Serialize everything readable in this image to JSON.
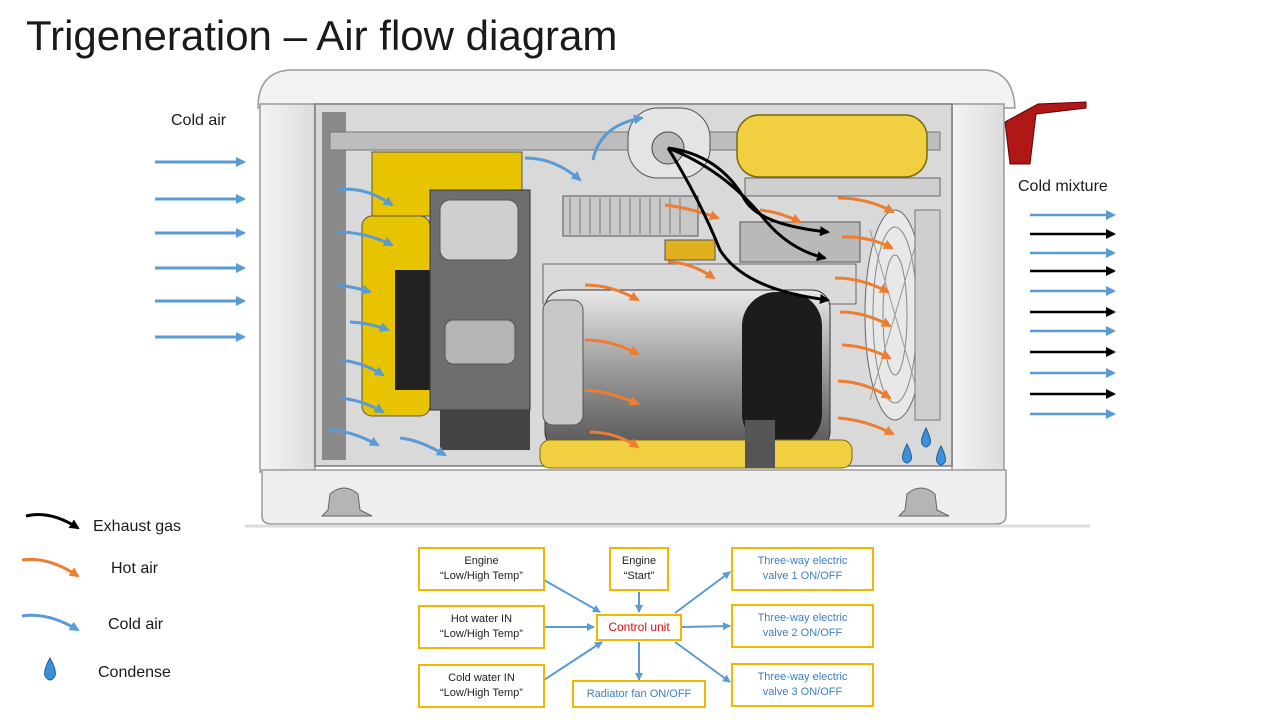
{
  "title": "Trigeneration – Air flow diagram",
  "labels": {
    "cold_air_in": "Cold air",
    "cold_mixture": "Cold mixture"
  },
  "legend": {
    "exhaust": "Exhaust gas",
    "hot_air": "Hot air",
    "cold_air": "Cold air",
    "condense": "Condense"
  },
  "control": {
    "engine_temp": [
      "Engine",
      "“Low/High Temp”"
    ],
    "engine_start": [
      "Engine",
      "“Start”"
    ],
    "hot_water": [
      "Hot water IN",
      "“Low/High Temp”"
    ],
    "cold_water": [
      "Cold water  IN",
      "“Low/High Temp”"
    ],
    "control_unit": "Control unit",
    "radiator_fan": "Radiator fan ON/OFF",
    "valve1": [
      "Three-way electric",
      "valve 1 ON/OFF"
    ],
    "valve2": [
      "Three-way electric",
      "valve 2 ON/OFF"
    ],
    "valve3": [
      "Three-way electric",
      "valve 3 ON/OFF"
    ]
  },
  "colors": {
    "cold": "#5b9bd5",
    "hot": "#ed7d31",
    "exhaust": "#000000",
    "box_border": "#f2b800",
    "engine_yellow": "#e8c400",
    "tank_yellow": "#f0d040"
  }
}
